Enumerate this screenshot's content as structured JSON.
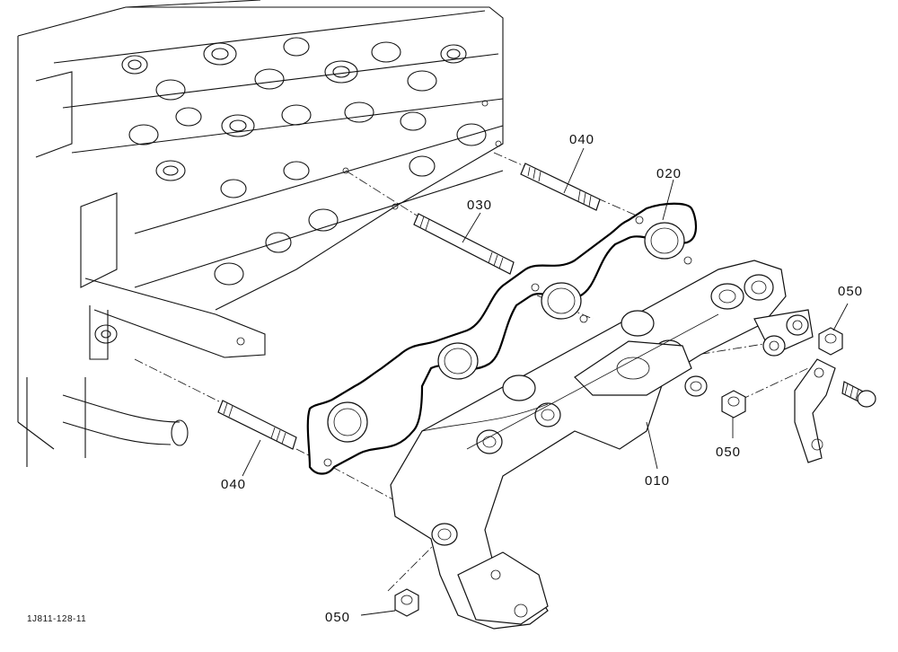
{
  "drawing_number": "1J811-128-11",
  "callouts": {
    "manifold": "010",
    "gasket": "020",
    "stud_short": "030",
    "stud_top": "040",
    "stud_bottom": "040",
    "nut_right": "050",
    "nut_mid": "050",
    "nut_bottom": "050"
  }
}
